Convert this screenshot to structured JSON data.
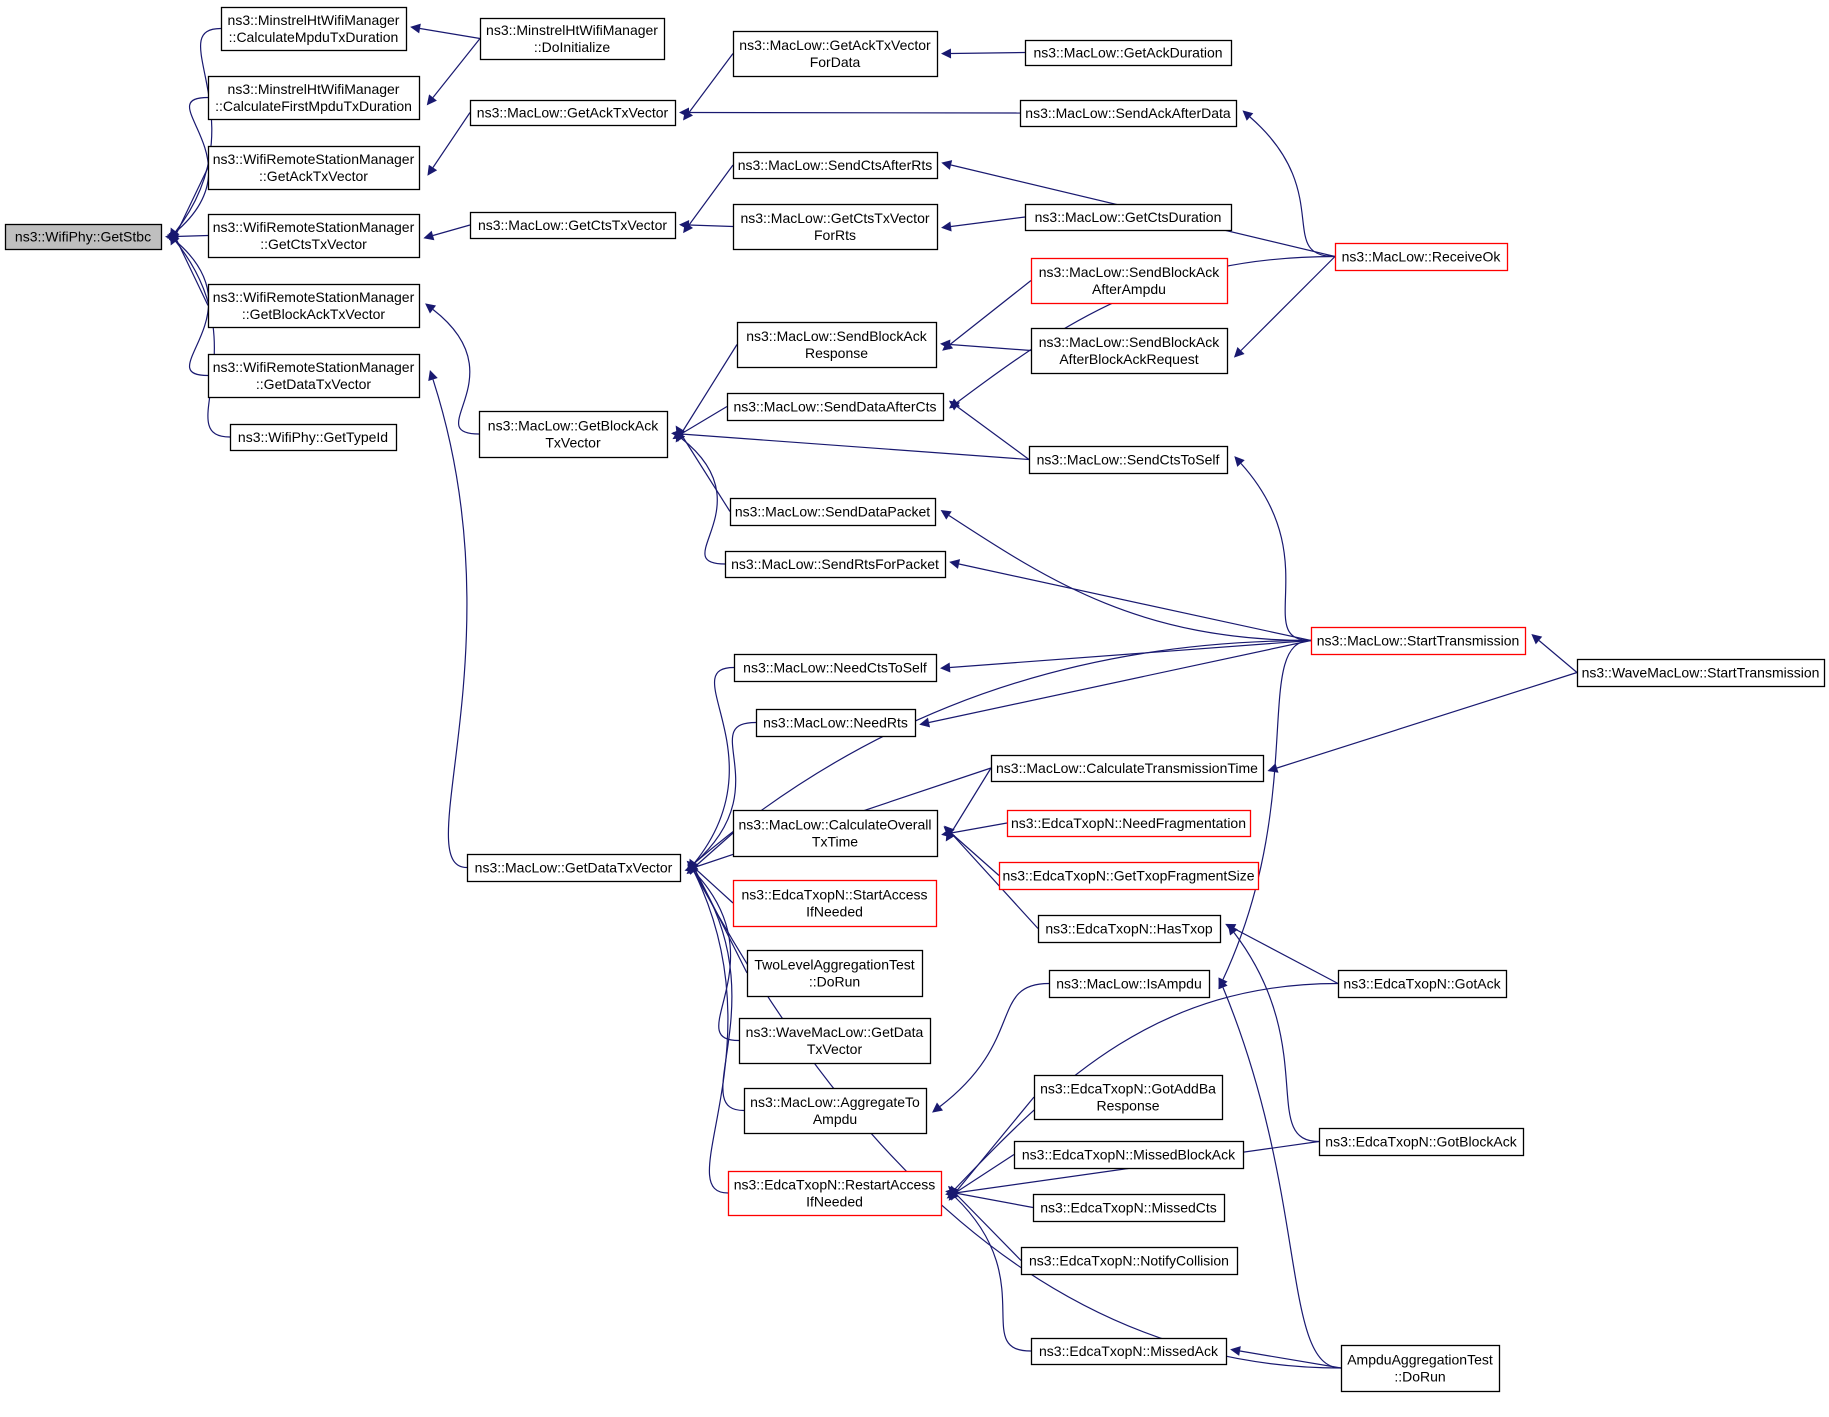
{
  "colors": {
    "edge": "#191970",
    "border": "#000000",
    "highlight_border": "#ff0000",
    "root_fill": "#bfbfbf",
    "node_fill": "#ffffff"
  },
  "nodes": [
    {
      "id": "getstbc",
      "lines": [
        "ns3::WifiPhy::GetStbc"
      ],
      "style": "root"
    },
    {
      "id": "mhcalcmpdu",
      "lines": [
        "ns3::MinstrelHtWifiManager",
        "::CalculateMpduTxDuration"
      ]
    },
    {
      "id": "mhdoinit",
      "lines": [
        "ns3::MinstrelHtWifiManager",
        "::DoInitialize"
      ]
    },
    {
      "id": "mhcalcfirst",
      "lines": [
        "ns3::MinstrelHtWifiManager",
        "::CalculateFirstMpduTxDuration"
      ]
    },
    {
      "id": "wrsmack",
      "lines": [
        "ns3::WifiRemoteStationManager",
        "::GetAckTxVector"
      ]
    },
    {
      "id": "wrsmcts",
      "lines": [
        "ns3::WifiRemoteStationManager",
        "::GetCtsTxVector"
      ]
    },
    {
      "id": "wrsmblock",
      "lines": [
        "ns3::WifiRemoteStationManager",
        "::GetBlockAckTxVector"
      ]
    },
    {
      "id": "wrsmdata",
      "lines": [
        "ns3::WifiRemoteStationManager",
        "::GetDataTxVector"
      ]
    },
    {
      "id": "typeid",
      "lines": [
        "ns3::WifiPhy::GetTypeId"
      ]
    },
    {
      "id": "mlackvec",
      "lines": [
        "ns3::MacLow::GetAckTxVector"
      ]
    },
    {
      "id": "mlackvecdata",
      "lines": [
        "ns3::MacLow::GetAckTxVector",
        "ForData"
      ]
    },
    {
      "id": "mlackdur",
      "lines": [
        "ns3::MacLow::GetAckDuration"
      ]
    },
    {
      "id": "mlsendack",
      "lines": [
        "ns3::MacLow::SendAckAfterData"
      ]
    },
    {
      "id": "mlctsvec",
      "lines": [
        "ns3::MacLow::GetCtsTxVector"
      ]
    },
    {
      "id": "mlsendcts",
      "lines": [
        "ns3::MacLow::SendCtsAfterRts"
      ]
    },
    {
      "id": "mlctsvecrts",
      "lines": [
        "ns3::MacLow::GetCtsTxVector",
        "ForRts"
      ]
    },
    {
      "id": "mlctsdur",
      "lines": [
        "ns3::MacLow::GetCtsDuration"
      ]
    },
    {
      "id": "mlrecv",
      "lines": [
        "ns3::MacLow::ReceiveOk"
      ],
      "style": "red"
    },
    {
      "id": "mlbaampdu",
      "lines": [
        "ns3::MacLow::SendBlockAck",
        "AfterAmpdu"
      ],
      "style": "red"
    },
    {
      "id": "mlbaresp",
      "lines": [
        "ns3::MacLow::SendBlockAck",
        "Response"
      ]
    },
    {
      "id": "mlbareq",
      "lines": [
        "ns3::MacLow::SendBlockAck",
        "AfterBlockAckRequest"
      ]
    },
    {
      "id": "mlbavec",
      "lines": [
        "ns3::MacLow::GetBlockAck",
        "TxVector"
      ]
    },
    {
      "id": "mlsenddatacts",
      "lines": [
        "ns3::MacLow::SendDataAfterCts"
      ]
    },
    {
      "id": "mlctsself",
      "lines": [
        "ns3::MacLow::SendCtsToSelf"
      ]
    },
    {
      "id": "mlsenddatapkt",
      "lines": [
        "ns3::MacLow::SendDataPacket"
      ]
    },
    {
      "id": "mlsendrts",
      "lines": [
        "ns3::MacLow::SendRtsForPacket"
      ]
    },
    {
      "id": "mlstart",
      "lines": [
        "ns3::MacLow::StartTransmission"
      ],
      "style": "red"
    },
    {
      "id": "wavestart",
      "lines": [
        "ns3::WaveMacLow::StartTransmission"
      ]
    },
    {
      "id": "mlneedself",
      "lines": [
        "ns3::MacLow::NeedCtsToSelf"
      ]
    },
    {
      "id": "mlneedrts",
      "lines": [
        "ns3::MacLow::NeedRts"
      ]
    },
    {
      "id": "mlcalctime",
      "lines": [
        "ns3::MacLow::CalculateTransmissionTime"
      ]
    },
    {
      "id": "mldatavec",
      "lines": [
        "ns3::MacLow::GetDataTxVector"
      ]
    },
    {
      "id": "mlcalcoverall",
      "lines": [
        "ns3::MacLow::CalculateOverall",
        "TxTime"
      ]
    },
    {
      "id": "edneedfrag",
      "lines": [
        "ns3::EdcaTxopN::NeedFragmentation"
      ],
      "style": "red"
    },
    {
      "id": "edtxopfrag",
      "lines": [
        "ns3::EdcaTxopN::GetTxopFragmentSize"
      ],
      "style": "red"
    },
    {
      "id": "edhastxop",
      "lines": [
        "ns3::EdcaTxopN::HasTxop"
      ]
    },
    {
      "id": "edstartaccess",
      "lines": [
        "ns3::EdcaTxopN::StartAccess",
        "IfNeeded"
      ],
      "style": "red"
    },
    {
      "id": "twolevel",
      "lines": [
        "TwoLevelAggregationTest",
        "::DoRun"
      ]
    },
    {
      "id": "mlisampdu",
      "lines": [
        "ns3::MacLow::IsAmpdu"
      ]
    },
    {
      "id": "edgotack",
      "lines": [
        "ns3::EdcaTxopN::GotAck"
      ]
    },
    {
      "id": "wavedatavec",
      "lines": [
        "ns3::WaveMacLow::GetData",
        "TxVector"
      ]
    },
    {
      "id": "mlaggregate",
      "lines": [
        "ns3::MacLow::AggregateTo",
        "Ampdu"
      ]
    },
    {
      "id": "edgotaddba",
      "lines": [
        "ns3::EdcaTxopN::GotAddBa",
        "Response"
      ]
    },
    {
      "id": "edgotblock",
      "lines": [
        "ns3::EdcaTxopN::GotBlockAck"
      ]
    },
    {
      "id": "edrestart",
      "lines": [
        "ns3::EdcaTxopN::RestartAccess",
        "IfNeeded"
      ],
      "style": "red"
    },
    {
      "id": "edmissedba",
      "lines": [
        "ns3::EdcaTxopN::MissedBlockAck"
      ]
    },
    {
      "id": "edmissedcts",
      "lines": [
        "ns3::EdcaTxopN::MissedCts"
      ]
    },
    {
      "id": "ednotify",
      "lines": [
        "ns3::EdcaTxopN::NotifyCollision"
      ]
    },
    {
      "id": "edmissedack",
      "lines": [
        "ns3::EdcaTxopN::MissedAck"
      ]
    },
    {
      "id": "ampdutest",
      "lines": [
        "AmpduAggregationTest",
        "::DoRun"
      ]
    }
  ],
  "edges": [
    [
      "getstbc",
      "mhcalcmpdu"
    ],
    [
      "getstbc",
      "mhcalcfirst"
    ],
    [
      "getstbc",
      "wrsmack"
    ],
    [
      "getstbc",
      "wrsmcts"
    ],
    [
      "getstbc",
      "wrsmblock"
    ],
    [
      "getstbc",
      "wrsmdata"
    ],
    [
      "getstbc",
      "typeid"
    ],
    [
      "mhcalcmpdu",
      "mhdoinit"
    ],
    [
      "mhcalcfirst",
      "mhdoinit"
    ],
    [
      "wrsmack",
      "mlackvec"
    ],
    [
      "wrsmcts",
      "mlctsvec"
    ],
    [
      "wrsmblock",
      "mlbavec"
    ],
    [
      "wrsmdata",
      "mldatavec"
    ],
    [
      "mlackvec",
      "mlackvecdata"
    ],
    [
      "mlackvec",
      "mlsendack"
    ],
    [
      "mlackvecdata",
      "mlackdur"
    ],
    [
      "mlctsvec",
      "mlsendcts"
    ],
    [
      "mlctsvec",
      "mlctsvecrts"
    ],
    [
      "mlctsvecrts",
      "mlctsdur"
    ],
    [
      "mlsendack",
      "mlrecv"
    ],
    [
      "mlsendcts",
      "mlrecv"
    ],
    [
      "mlbareq",
      "mlrecv"
    ],
    [
      "mlsenddatacts",
      "mlrecv"
    ],
    [
      "mlbavec",
      "mlbaresp"
    ],
    [
      "mlbavec",
      "mlsenddatacts"
    ],
    [
      "mlbavec",
      "mlctsself"
    ],
    [
      "mlbavec",
      "mlsenddatapkt"
    ],
    [
      "mlbavec",
      "mlsendrts"
    ],
    [
      "mlbaresp",
      "mlbaampdu"
    ],
    [
      "mlbaresp",
      "mlbareq"
    ],
    [
      "mlsenddatacts",
      "mlctsself"
    ],
    [
      "mlctsself",
      "mlstart"
    ],
    [
      "mlsenddatapkt",
      "mlstart"
    ],
    [
      "mlsendrts",
      "mlstart"
    ],
    [
      "mlneedself",
      "mlstart"
    ],
    [
      "mlneedrts",
      "mlstart"
    ],
    [
      "mldatavec",
      "mlstart"
    ],
    [
      "mlstart",
      "wavestart"
    ],
    [
      "mlcalctime",
      "wavestart"
    ],
    [
      "mldatavec",
      "mlneedself"
    ],
    [
      "mldatavec",
      "mlneedrts"
    ],
    [
      "mldatavec",
      "mlcalctime"
    ],
    [
      "mldatavec",
      "mlcalcoverall"
    ],
    [
      "mldatavec",
      "edstartaccess"
    ],
    [
      "mldatavec",
      "twolevel"
    ],
    [
      "mldatavec",
      "wavedatavec"
    ],
    [
      "mldatavec",
      "mlaggregate"
    ],
    [
      "mldatavec",
      "edrestart"
    ],
    [
      "mldatavec",
      "ampdutest"
    ],
    [
      "mlcalcoverall",
      "mlcalctime"
    ],
    [
      "mlcalcoverall",
      "edneedfrag"
    ],
    [
      "mlcalcoverall",
      "edtxopfrag"
    ],
    [
      "mlcalcoverall",
      "edhastxop"
    ],
    [
      "edhastxop",
      "edgotack"
    ],
    [
      "edhastxop",
      "edgotblock"
    ],
    [
      "mlaggregate",
      "mlisampdu"
    ],
    [
      "mlisampdu",
      "mlstart"
    ],
    [
      "mlisampdu",
      "ampdutest"
    ],
    [
      "edrestart",
      "edgotack"
    ],
    [
      "edrestart",
      "edgotaddba"
    ],
    [
      "edrestart",
      "edmissedba"
    ],
    [
      "edrestart",
      "edmissedcts"
    ],
    [
      "edrestart",
      "ednotify"
    ],
    [
      "edrestart",
      "edmissedack"
    ],
    [
      "edrestart",
      "edgotblock"
    ],
    [
      "edmissedack",
      "ampdutest"
    ]
  ]
}
